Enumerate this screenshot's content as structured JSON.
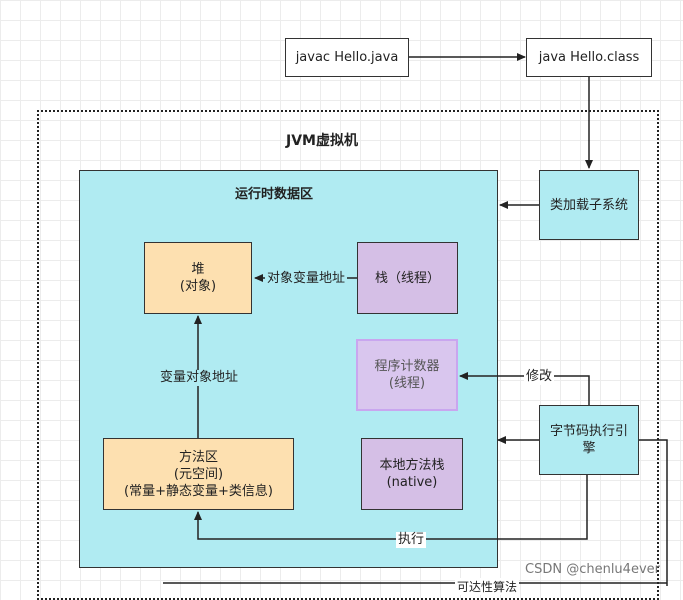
{
  "nodes": {
    "javac": "javac Hello.java",
    "java": "java Hello.class",
    "jvm_title": "JVM虚拟机",
    "runtime_title": "运行时数据区",
    "classloader": "类加载子系统",
    "heap": "堆\n(对象)",
    "stack": "栈（线程）",
    "pc": "程序计数器\n(线程)",
    "method_area": "方法区\n(元空间)\n(常量+静态变量+类信息)",
    "native_stack": "本地方法栈\n(native)",
    "exec_engine": "字节码执行引\n擎"
  },
  "edges": {
    "stack_to_heap": "对象变量地址",
    "method_to_heap": "变量对象地址",
    "modify": "修改",
    "execute": "执行",
    "bottom": "可达性算法"
  },
  "watermark": "CSDN @chenlu4ever",
  "colors": {
    "runtime": "#b0ebf2",
    "heap": "#fde0b0",
    "stack": "#d5bfe6"
  }
}
